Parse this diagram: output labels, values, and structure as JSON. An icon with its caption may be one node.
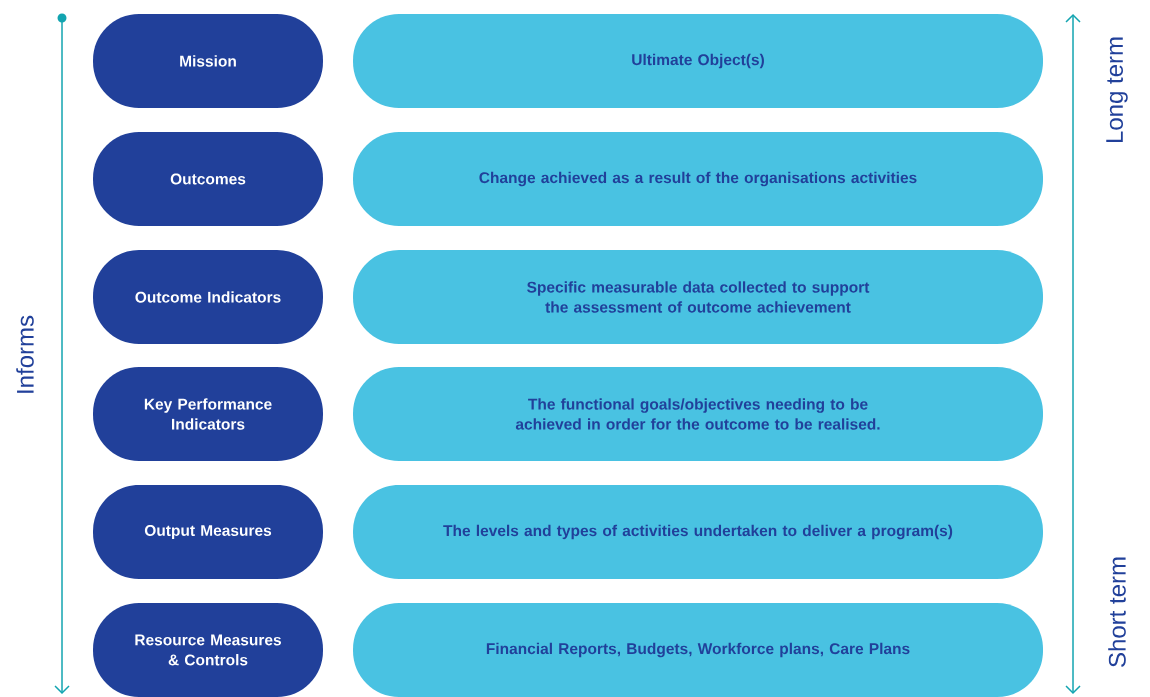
{
  "diagram": {
    "nodes": [
      {
        "text": [
          "Mission"
        ]
      },
      {
        "text": [
          "Ultimate Object(s)"
        ]
      },
      {
        "text": [
          "Outcomes"
        ]
      },
      {
        "text": [
          "Change achieved as a result of the organisations activities"
        ]
      },
      {
        "text": [
          "Outcome Indicators"
        ]
      },
      {
        "text": [
          "Specific measurable data collected to support the assessment of outcome achievement"
        ]
      },
      {
        "text": [
          "Key Performance Indicators"
        ]
      },
      {
        "text": [
          "The functional goals/objectives needing to be achieved in order for the outcome to be realised."
        ]
      },
      {
        "text": [
          "Output Measures"
        ]
      },
      {
        "text": [
          "The levels and types of activities undertaken to deliver a program(s)"
        ]
      },
      {
        "text": [
          "Resource Measures & Controls"
        ]
      },
      {
        "text": [
          "Financial Reports, Budgets, Workforce plans, Care Plans"
        ]
      }
    ],
    "labels": [
      "Informs",
      "Long term",
      "Short term"
    ]
  }
}
